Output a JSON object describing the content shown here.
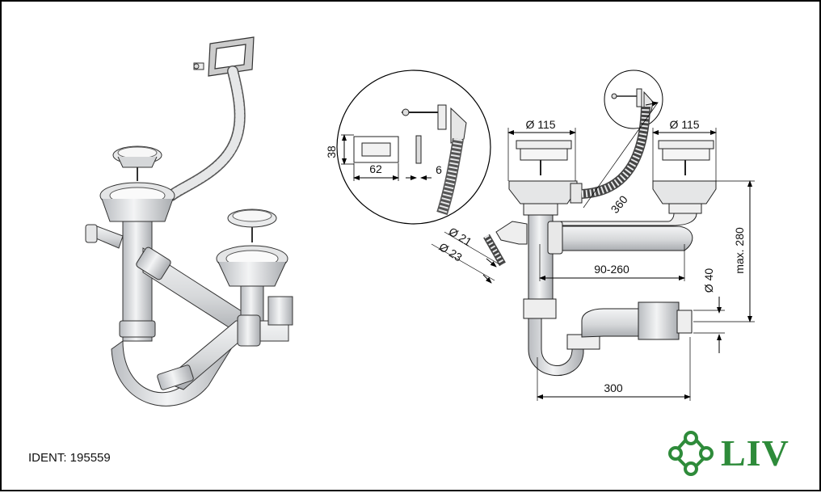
{
  "ident_label": "IDENT: 195559",
  "brand": {
    "name": "LIV",
    "color": "#2e8b3a",
    "logo_icon": "green-rings-logo-icon"
  },
  "dimensions": {
    "plate_height": "38",
    "plate_width": "62",
    "plate_thickness": "6",
    "bowl_left": "Ø 115",
    "bowl_right": "Ø 115",
    "overflow_hose": "360",
    "hose_outer": "Ø 21",
    "hose_inner": "Ø 23",
    "pipe_adjust": "90-260",
    "outlet_diameter": "Ø 40",
    "max_height": "max. 280",
    "trap_width": "300"
  }
}
